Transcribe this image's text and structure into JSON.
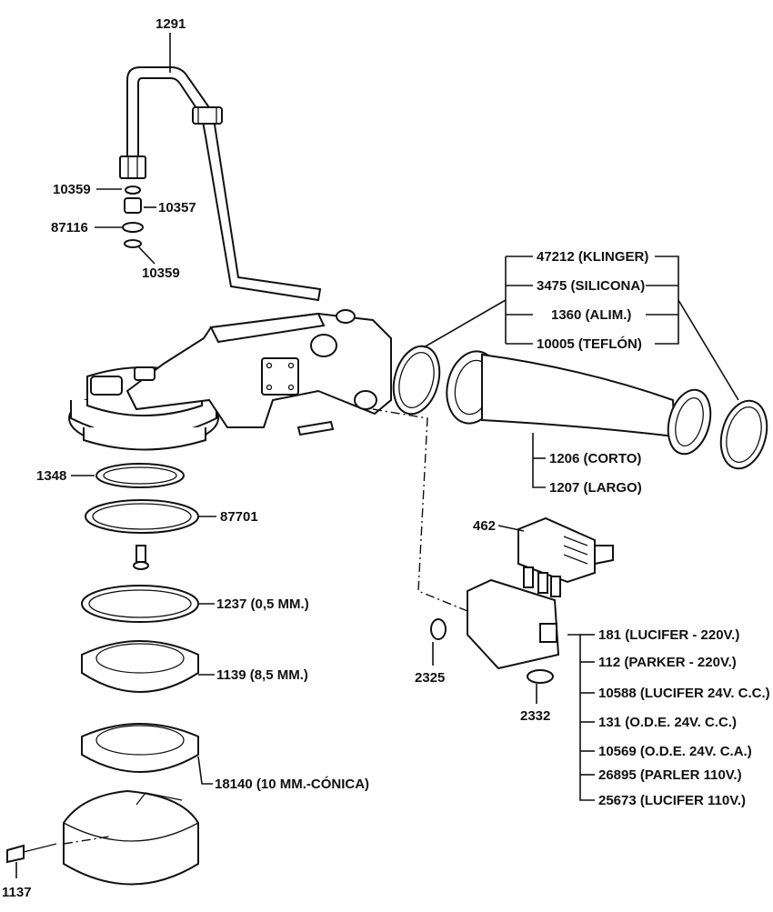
{
  "diagram": {
    "labels": {
      "p1291": "1291",
      "p10359a": "10359",
      "p10357": "10357",
      "p87116": "87116",
      "p10359b": "10359",
      "p47212": "47212 (KLINGER)",
      "p3475": "3475 (SILICONA)",
      "p1360": "1360 (ALIM.)",
      "p10005": "10005 (TEFLÓN)",
      "p1206": "1206 (CORTO)",
      "p1207": "1207 (LARGO)",
      "p1348": "1348",
      "p87701": "87701",
      "p462": "462",
      "p1237": "1237 (0,5 MM.)",
      "p181": "181 (LUCIFER - 220V.)",
      "p112": "112 (PARKER - 220V.)",
      "p10588": "10588 (LUCIFER 24V. C.C.)",
      "p131": "131 (O.D.E. 24V. C.C.)",
      "p10569": "10569 (O.D.E. 24V. C.A.)",
      "p26895": "26895 (PARLER 110V.)",
      "p25673": "25673 (LUCIFER 110V.)",
      "p1139": "1139 (8,5 MM.)",
      "p2325": "2325",
      "p2332": "2332",
      "p18140": "18140 (10 MM.-CÓNICA)",
      "p1137": "1137"
    }
  }
}
